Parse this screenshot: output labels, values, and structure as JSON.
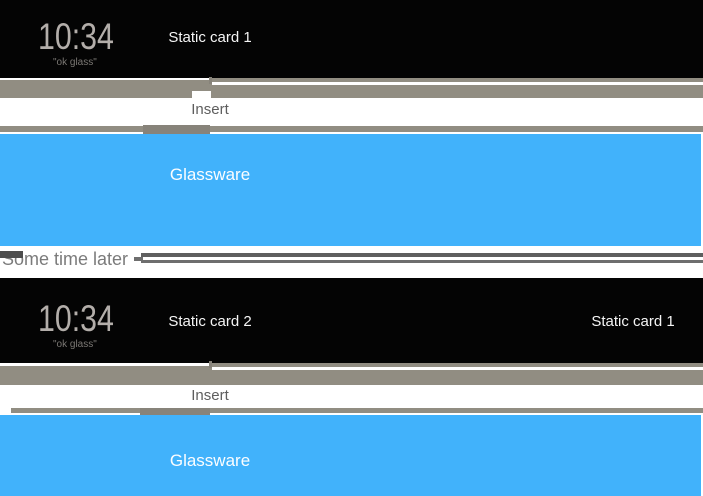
{
  "colors": {
    "timeline_black": "#040404",
    "rail_gray": "#918d82",
    "glassware_blue": "#41b2fb",
    "clock_text": "#b3aeaa",
    "card_text": "#f5f5f5",
    "insert_text": "#5e5e5e",
    "divider_text": "#7b7b7b"
  },
  "state1": {
    "clock": "10:34",
    "hotword": "\"ok glass\"",
    "cards": [
      {
        "label": "Static card 1"
      }
    ],
    "insert_label": "Insert",
    "glassware_label": "Glassware"
  },
  "divider": {
    "label": "Some time later"
  },
  "state2": {
    "clock": "10:34",
    "hotword": "\"ok glass\"",
    "cards": [
      {
        "label": "Static card 2"
      },
      {
        "label": "Static card 1"
      }
    ],
    "insert_label": "Insert",
    "glassware_label": "Glassware"
  }
}
